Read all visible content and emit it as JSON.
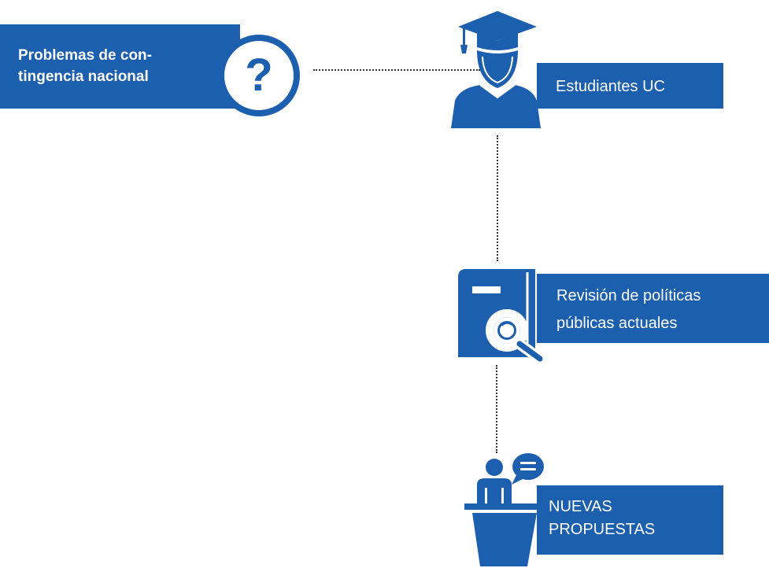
{
  "nodes": {
    "problems": {
      "label": "Problemas de con-\ntingencia nacional",
      "line1": "Problemas de con-",
      "line2": "tingencia nacional",
      "icon": "question-mark-icon"
    },
    "students": {
      "label": "Estudiantes UC",
      "icon": "graduate-icon"
    },
    "review": {
      "line1": "Revisión de políticas",
      "line2": "públicas actuales",
      "icon": "document-search-icon"
    },
    "proposals": {
      "line1": "NUEVAS",
      "line2": "PROPUESTAS",
      "icon": "speaker-podium-icon"
    }
  },
  "colors": {
    "primary": "#1c5fae",
    "connector": "#333333",
    "background": "#ffffff"
  }
}
